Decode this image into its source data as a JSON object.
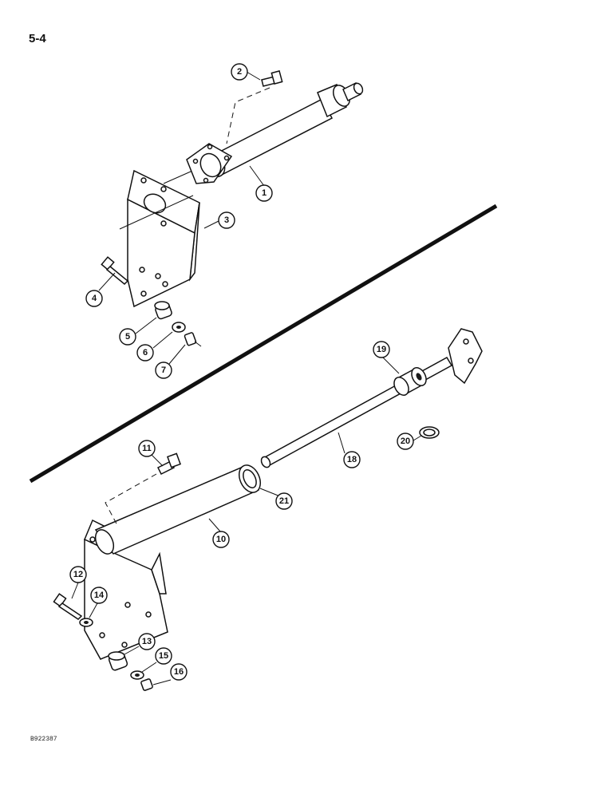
{
  "page": {
    "number": "5-4",
    "code": "B922387"
  },
  "callouts": [
    {
      "id": "1",
      "label": "1"
    },
    {
      "id": "2",
      "label": "2"
    },
    {
      "id": "3",
      "label": "3"
    },
    {
      "id": "4",
      "label": "4"
    },
    {
      "id": "5",
      "label": "5"
    },
    {
      "id": "6",
      "label": "6"
    },
    {
      "id": "7",
      "label": "7"
    },
    {
      "id": "10",
      "label": "10"
    },
    {
      "id": "11",
      "label": "11"
    },
    {
      "id": "12",
      "label": "12"
    },
    {
      "id": "13",
      "label": "13"
    },
    {
      "id": "14",
      "label": "14"
    },
    {
      "id": "15",
      "label": "15"
    },
    {
      "id": "16",
      "label": "16"
    },
    {
      "id": "18",
      "label": "18"
    },
    {
      "id": "19",
      "label": "19"
    },
    {
      "id": "20",
      "label": "20"
    },
    {
      "id": "21",
      "label": "21"
    }
  ]
}
